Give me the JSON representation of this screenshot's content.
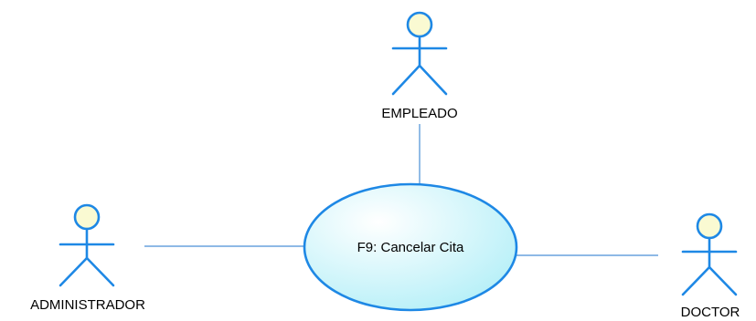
{
  "diagram": {
    "use_case": {
      "label": "F9: Cancelar Cita"
    },
    "actors": {
      "empleado": {
        "label": "EMPLEADO"
      },
      "administrador": {
        "label": "ADMINISTRADOR"
      },
      "doctor": {
        "label": "DOCTOR"
      }
    }
  },
  "colors": {
    "actor_stroke": "#1e88e5",
    "actor_head_fill": "#fafad2",
    "usecase_stroke": "#1e88e5",
    "usecase_fill_light": "#ffffff",
    "usecase_fill_dark": "#b8f0f8",
    "association_line": "#4a8fd6"
  },
  "icons": {
    "actor": "stick-figure-icon"
  }
}
